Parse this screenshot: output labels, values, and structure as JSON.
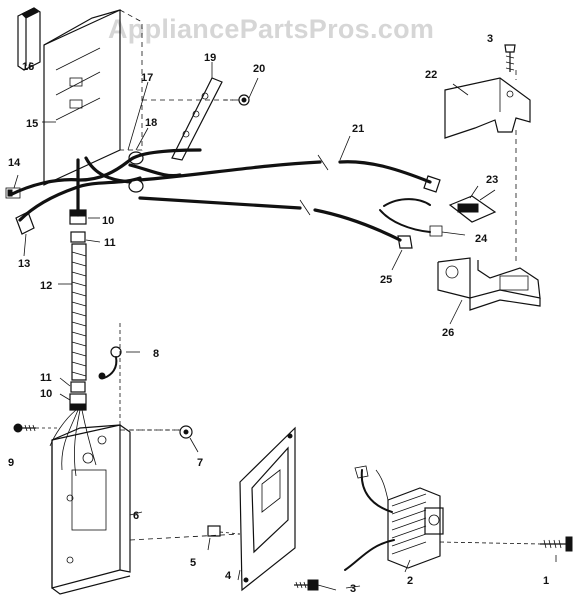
{
  "watermark": "AppliancePartsPros.com",
  "callouts": [
    "1",
    "2",
    "3",
    "3",
    "4",
    "5",
    "6",
    "7",
    "8",
    "9",
    "10",
    "10",
    "11",
    "11",
    "12",
    "13",
    "14",
    "15",
    "16",
    "17",
    "18",
    "19",
    "20",
    "21",
    "22",
    "23",
    "24",
    "25",
    "26"
  ]
}
